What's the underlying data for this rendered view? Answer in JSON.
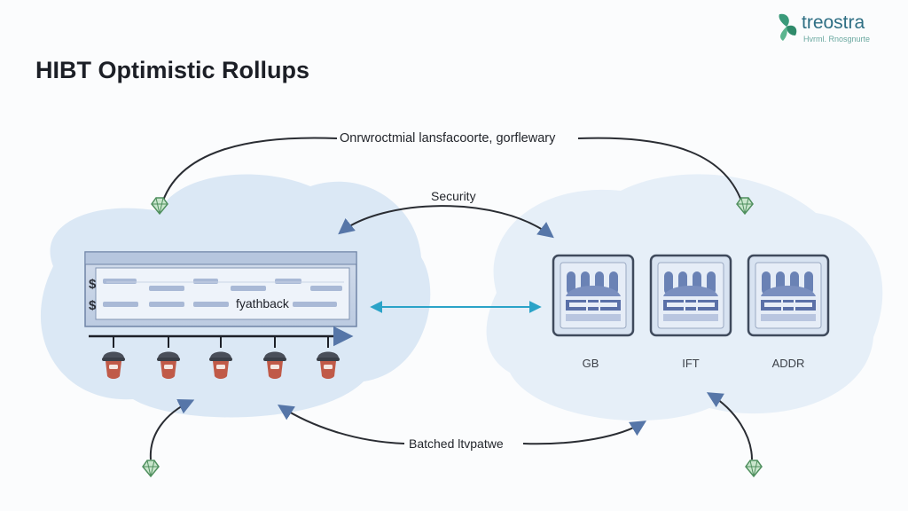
{
  "title": "HIBT Optimistic Rollups",
  "brand": {
    "name": "treostra",
    "tagline": "Hvrml. Rnosgnurte",
    "accent_color": "#3a9a7a",
    "icon": "brand-leaf-logo"
  },
  "labels": {
    "top_arc": "Onrwroctmial lansfacoorte, gorflewary",
    "security": "Security",
    "batched": "Batched ltvpatwe",
    "ledger_text": "fyathback",
    "currency_symbol": "$"
  },
  "nodes": [
    {
      "label": "GB",
      "icon": "validator-node-icon"
    },
    {
      "label": "IFT",
      "icon": "validator-node-icon"
    },
    {
      "label": "ADDR",
      "icon": "validator-node-icon"
    }
  ],
  "colors": {
    "cloud": "#dbe8f5",
    "cloud_right": "#e6eff8",
    "ledger": "#c8d6ea",
    "arrowhead": "#5676a8",
    "bidirectional_arrow": "#2ba3c8",
    "worker": "#c05a48",
    "gem": "#7fbf8a"
  }
}
